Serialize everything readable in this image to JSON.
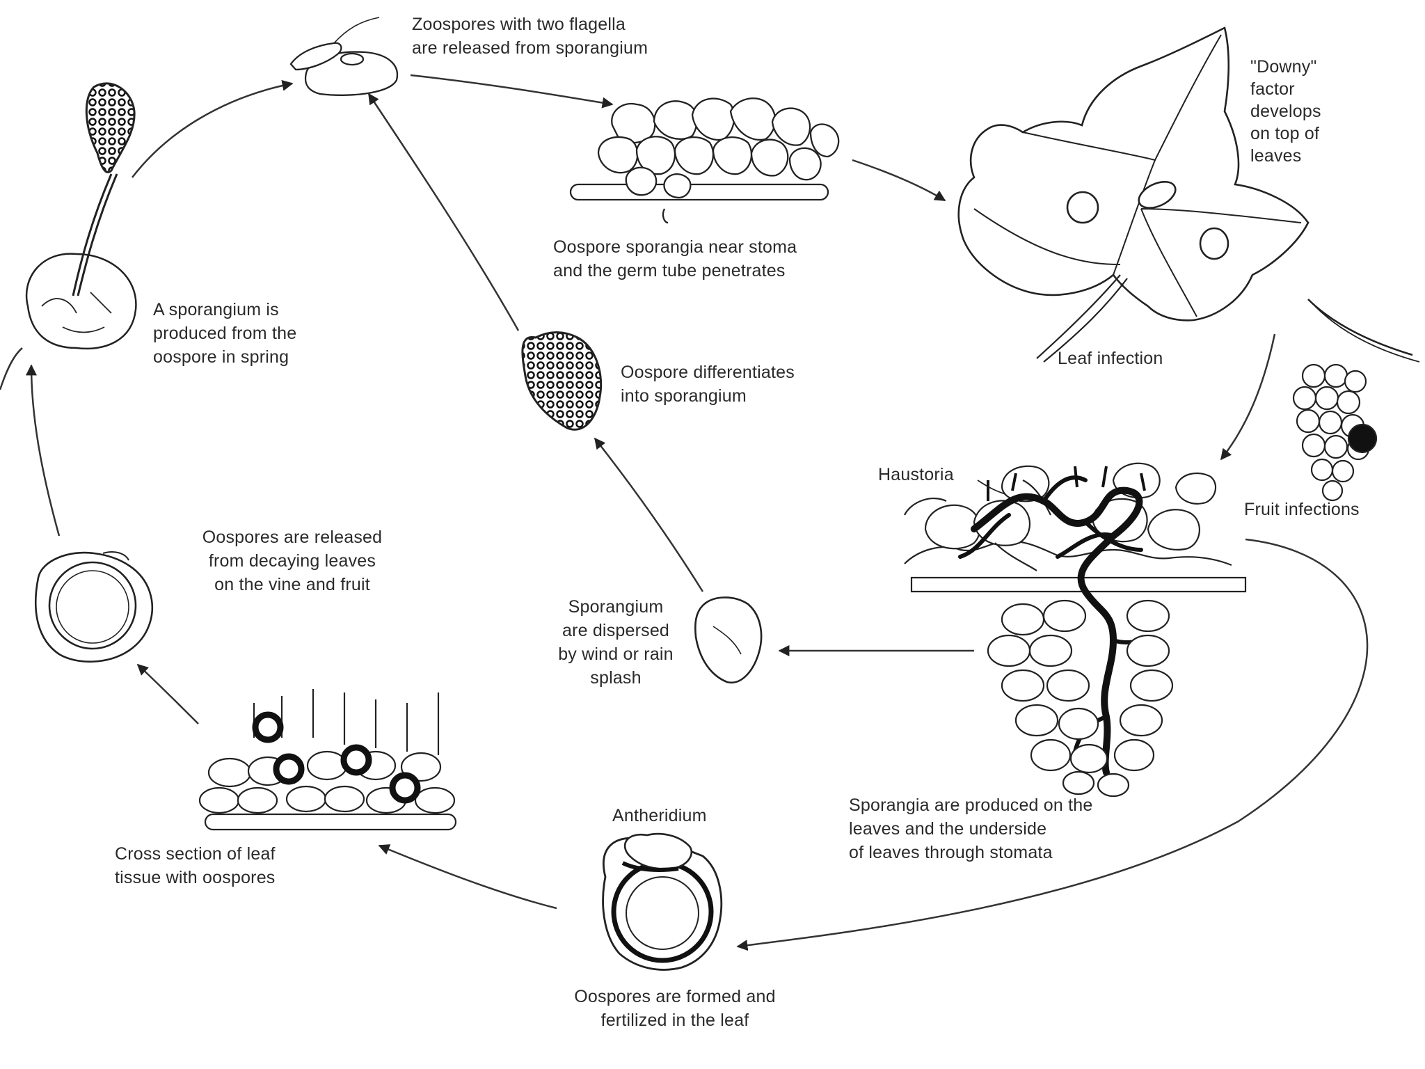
{
  "labels": {
    "zoospores": "Zoospores with two flagella\nare released from sporangium",
    "oospore_germ": "Oospore sporangia near stoma\nand the germ tube penetrates",
    "downy": "\"Downy\"\nfactor\ndevelops\non top of\nleaves",
    "leaf": "Leaf infection",
    "fruit": "Fruit infections",
    "haustoria": "Haustoria",
    "oospore_differ": "Oospore differentiates\ninto sporangium",
    "spring": "A sporangium is\nproduced from the\noospore in spring",
    "released": "Oospores are released\nfrom decaying leaves\non the vine and fruit",
    "dispersed": "Sporangium\nare dispersed\nby wind or rain\nsplash",
    "sporangia": "Sporangia are produced on the\nleaves and the underside\nof leaves through stomata",
    "antheridium": "Antheridium",
    "formed": "Oospores are formed and\nfertilized in the leaf",
    "cross": "Cross section of leaf\ntissue with oospores"
  }
}
